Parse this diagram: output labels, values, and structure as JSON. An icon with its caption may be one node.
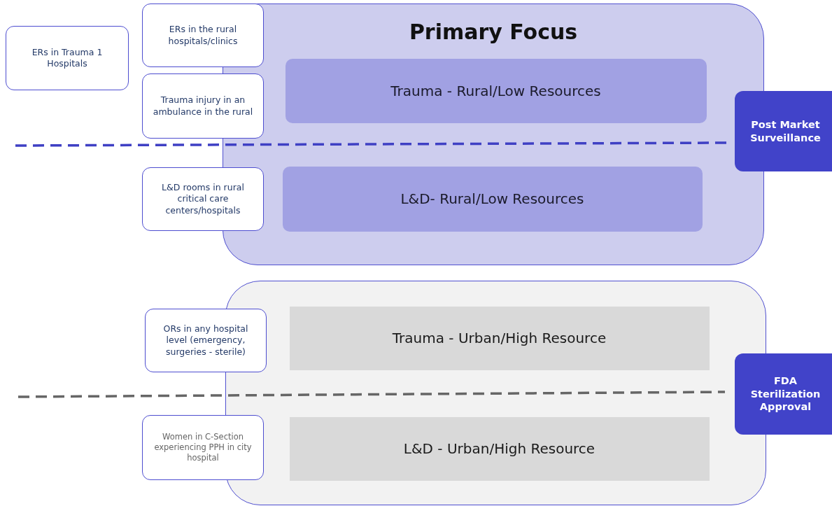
{
  "diagram": {
    "nodes": [
      {
        "text": [
          "ERs in Trauma 1 Hospitals"
        ]
      },
      {
        "text": [
          "Primary Focus"
        ]
      },
      {
        "text": [
          "Trauma - Rural/Low Resources"
        ],
        "in": 1
      },
      {
        "text": [
          "L&D- Rural/Low Resources"
        ],
        "in": 1
      },
      {
        "text": [
          "ERs in the rural hospitals/clinics"
        ]
      },
      {
        "text": [
          "Trauma injury in an ambulance in the rural"
        ]
      },
      {
        "text": [
          "L&D rooms in rural critical care centers/hospitals"
        ]
      },
      {
        "text": [
          "Post Market Surveillance"
        ]
      },
      {
        "text": [],
        "shape": "box"
      },
      {
        "text": [
          "Trauma - Urban/High Resource"
        ],
        "in": 8
      },
      {
        "text": [
          "L&D - Urban/High Resource"
        ],
        "in": 8
      },
      {
        "text": [
          "ORs in any hospital level (emergency, surgeries - sterile)"
        ]
      },
      {
        "text": [
          "Women in C-Section experiencing PPH in city hospital"
        ]
      },
      {
        "text": [
          "FDA Sterilization Approval"
        ]
      }
    ]
  }
}
